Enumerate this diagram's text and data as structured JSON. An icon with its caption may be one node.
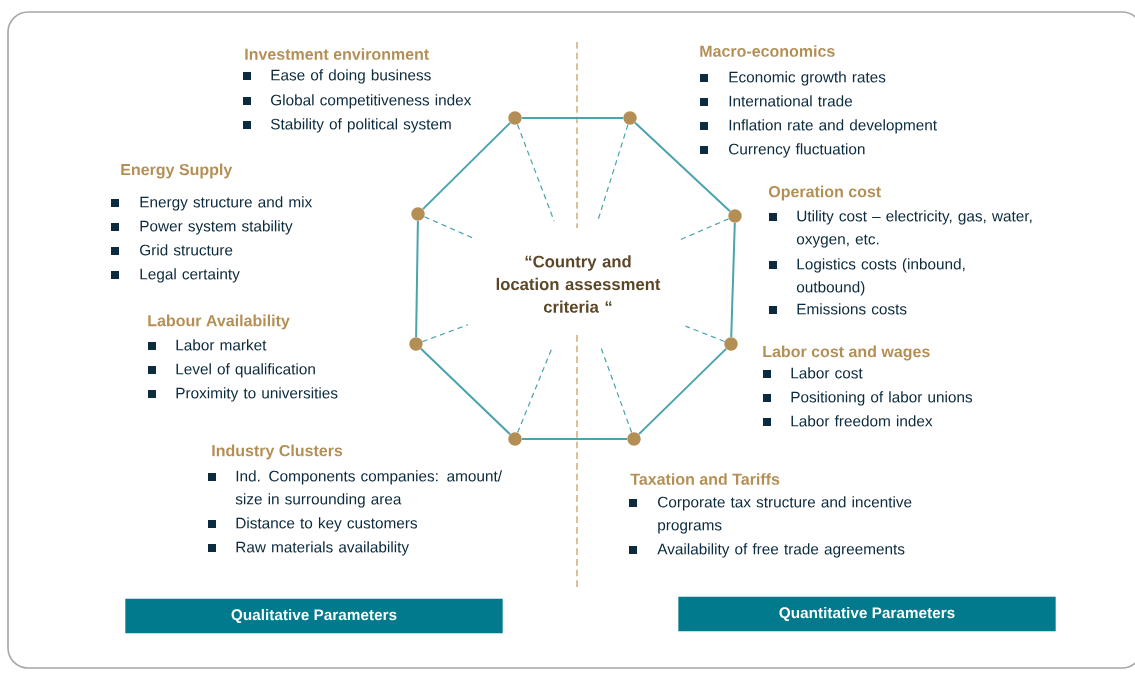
{
  "diagram": {
    "nodes": [
      {
        "text": [
          "“Country and location assessment criteria “"
        ]
      },
      {
        "text": [],
        "shape": "circle"
      },
      {
        "text": [],
        "shape": "circle"
      },
      {
        "text": [],
        "shape": "circle"
      },
      {
        "text": [],
        "shape": "circle"
      },
      {
        "text": [],
        "shape": "circle"
      },
      {
        "text": [],
        "shape": "circle"
      },
      {
        "text": [],
        "shape": "circle"
      },
      {
        "text": [],
        "shape": "circle"
      },
      {
        "text": [
          "Qualitative Parameters"
        ]
      },
      {
        "text": [
          "Quantitative Parameters"
        ]
      }
    ],
    "edges": [
      {
        "from": 1,
        "to": 2,
        "arrow": "none"
      },
      {
        "from": 2,
        "to": 3,
        "arrow": "none"
      },
      {
        "from": 3,
        "to": 4,
        "arrow": "none"
      },
      {
        "from": 4,
        "to": 5,
        "arrow": "none"
      },
      {
        "from": 5,
        "to": 6,
        "arrow": "none"
      },
      {
        "from": 6,
        "to": 7,
        "arrow": "none"
      },
      {
        "from": 7,
        "to": 8,
        "arrow": "none"
      },
      {
        "from": 8,
        "to": 1,
        "arrow": "none"
      },
      {
        "from": 0,
        "to": 1,
        "arrow": "none",
        "style": "dashed"
      },
      {
        "from": 0,
        "to": 2,
        "arrow": "none",
        "style": "dashed"
      },
      {
        "from": 0,
        "to": 3,
        "arrow": "none",
        "style": "dashed"
      },
      {
        "from": 0,
        "to": 4,
        "arrow": "none",
        "style": "dashed"
      },
      {
        "from": 0,
        "to": 5,
        "arrow": "none",
        "style": "dashed"
      },
      {
        "from": 0,
        "to": 6,
        "arrow": "none",
        "style": "dashed"
      },
      {
        "from": 0,
        "to": 7,
        "arrow": "none",
        "style": "dashed"
      },
      {
        "from": 0,
        "to": 8,
        "arrow": "none",
        "style": "dashed"
      }
    ],
    "labels": [
      "Investment environment",
      "Ease of doing business",
      "Global competitiveness index",
      "Stability of political system",
      "Macro-economics",
      "Economic growth rates",
      "International trade",
      "Inflation rate and development",
      "Currency fluctuation",
      "Energy Supply",
      "Energy structure and mix",
      "Power system stability",
      "Grid structure",
      "Legal certainty",
      "Operation cost",
      "Utility cost – electricity, gas, water, oxygen, etc.",
      "Logistics costs (inbound, outbound)",
      "Emissions costs",
      "Labour Availability",
      "Labor market",
      "Level of qualification",
      "Proximity to universities",
      "Labor cost and wages",
      "Labor cost",
      "Positioning of labor unions",
      "Labor freedom index",
      "Industry Clusters",
      "Ind. Components companies: amount/ size in surrounding area",
      "Distance to key customers",
      "Raw materials availability",
      "Taxation and Tariffs",
      "Corporate tax structure and incentive programs",
      "Availability of free trade agreements"
    ]
  }
}
